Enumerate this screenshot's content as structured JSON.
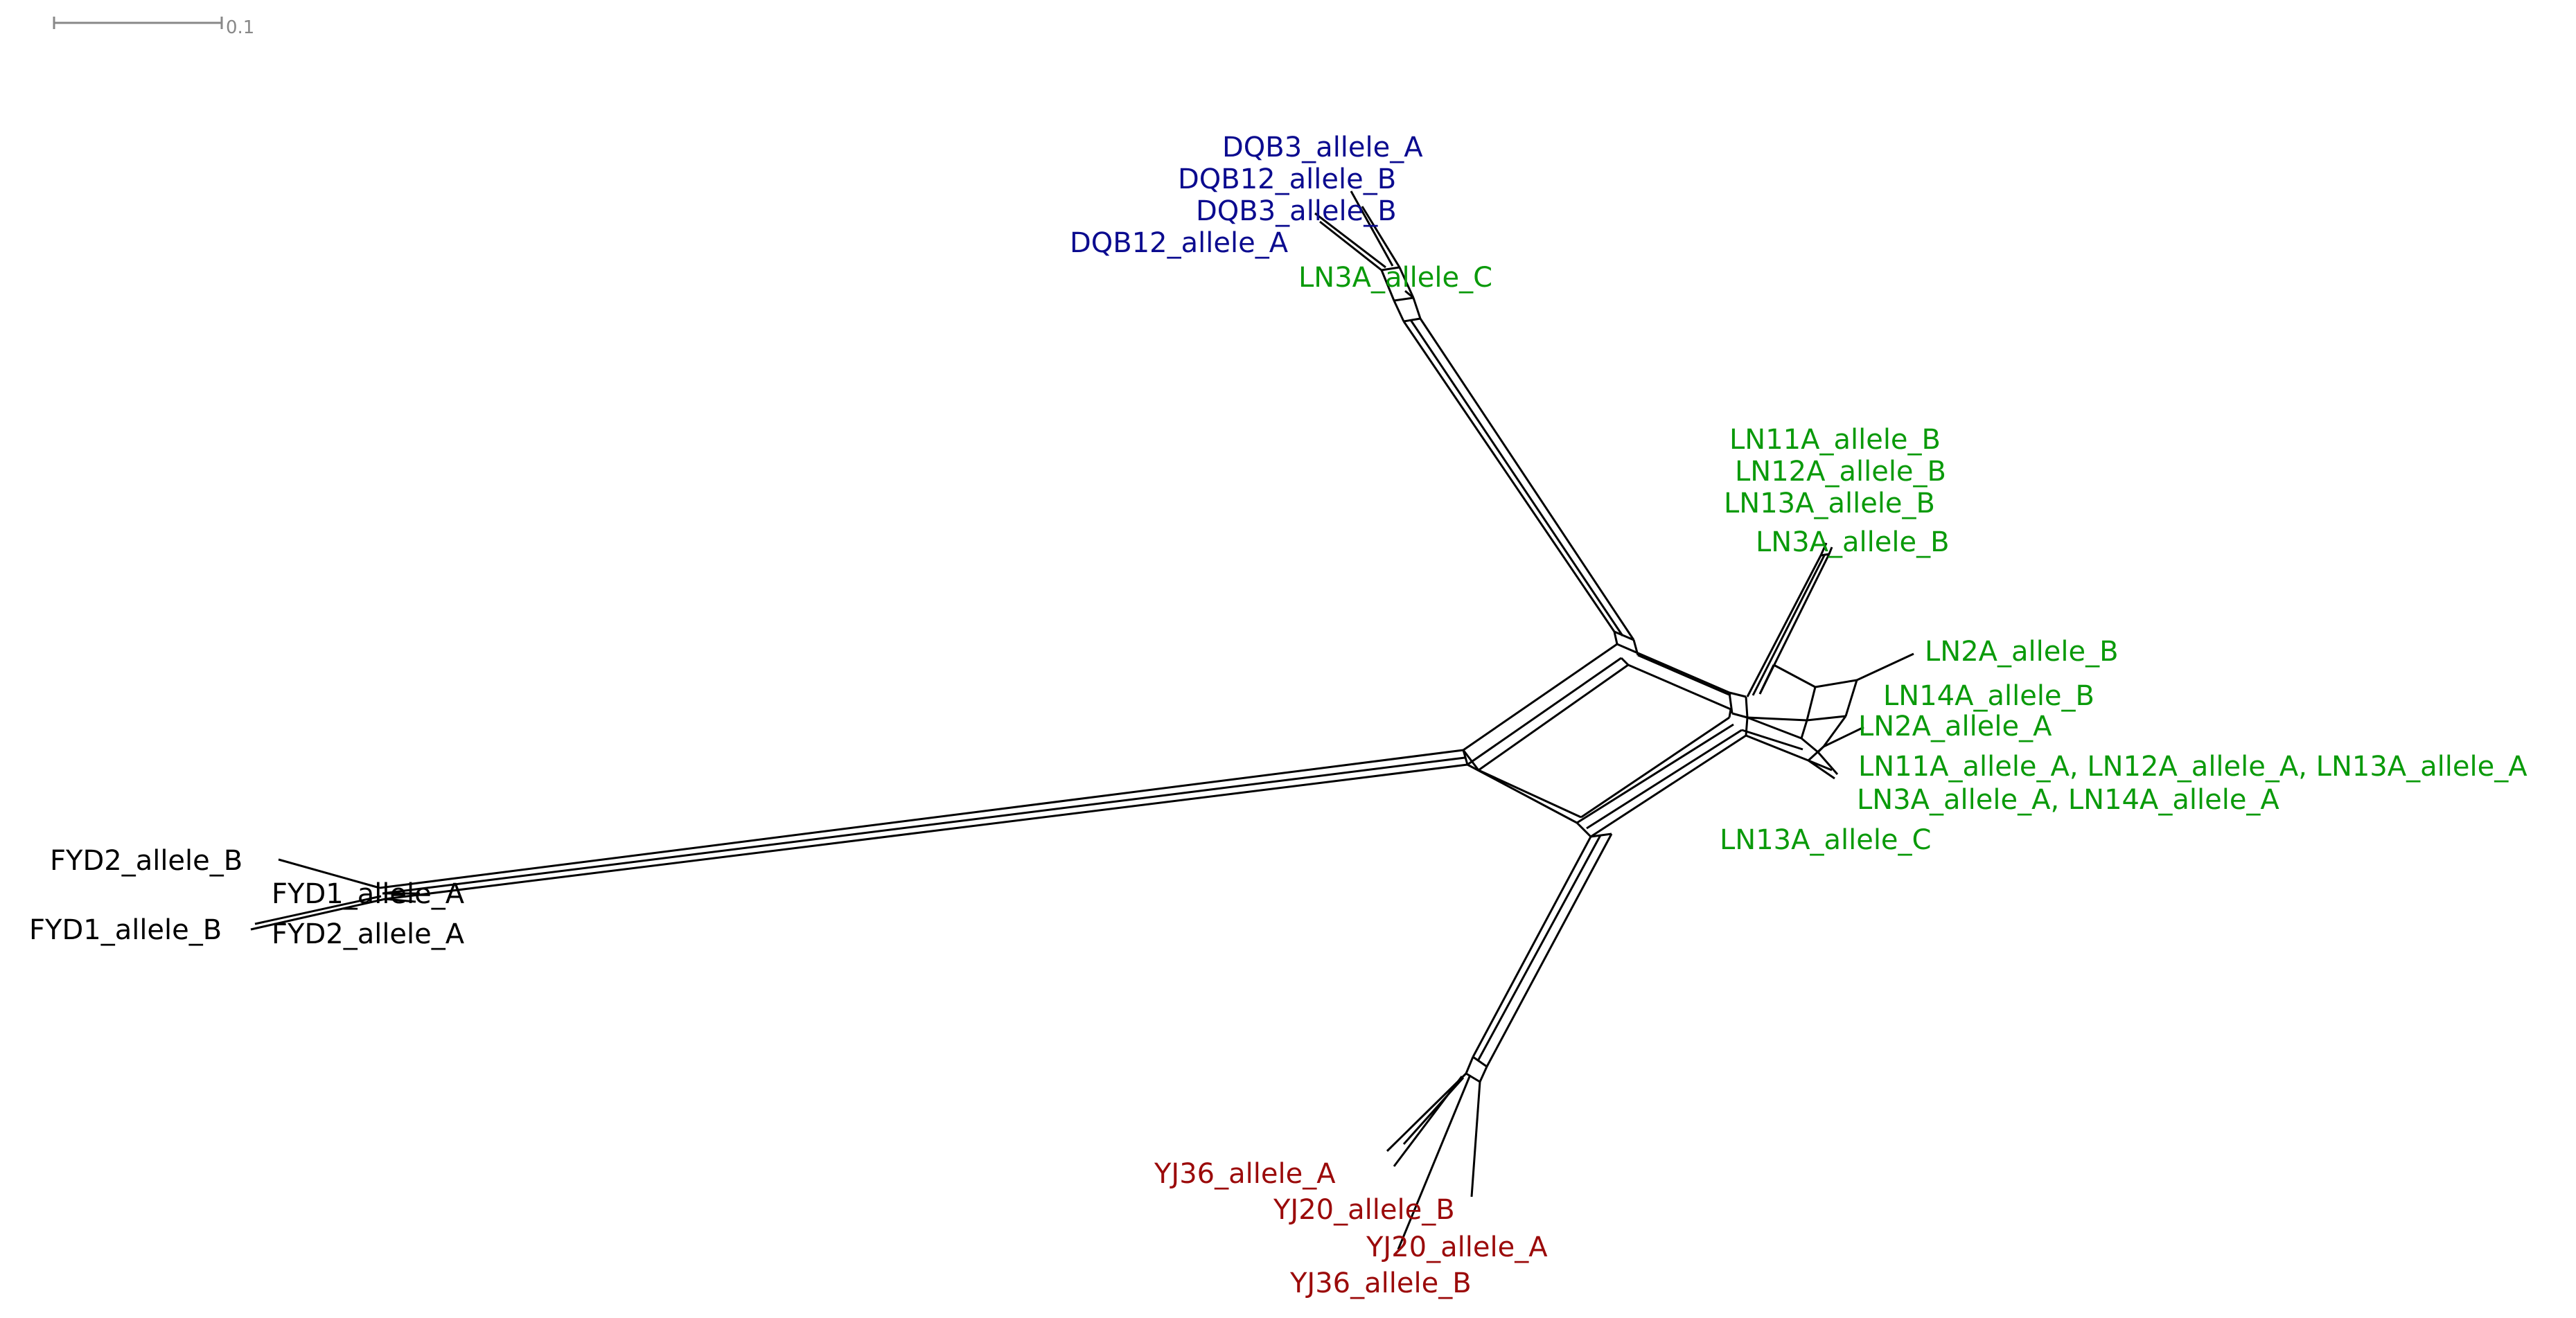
{
  "scale_bar": {
    "label": "0.1"
  },
  "groups": {
    "dqb": {
      "color": "#0b0b8f"
    },
    "ln": {
      "color": "#0a9a0a"
    },
    "fyd": {
      "color": "#000000"
    },
    "yj": {
      "color": "#9b0a0a"
    }
  },
  "taxa": {
    "dqb3_allele_a": "DQB3_allele_A",
    "dqb12_allele_b": "DQB12_allele_B",
    "dqb3_allele_b": "DQB3_allele_B",
    "dqb12_allele_a": "DQB12_allele_A",
    "ln3a_allele_c": "LN3A_allele_C",
    "ln11a_allele_b": "LN11A_allele_B",
    "ln12a_allele_b": "LN12A_allele_B",
    "ln13a_allele_b": "LN13A_allele_B",
    "ln3a_allele_b": "LN3A_allele_B",
    "ln2a_allele_b": "LN2A_allele_B",
    "ln14a_allele_b": "LN14A_allele_B",
    "ln2a_allele_a": "LN2A_allele_A",
    "ln11a_12a_13a_allele_a": "LN11A_allele_A, LN12A_allele_A, LN13A_allele_A",
    "ln3a_14a_allele_a": "LN3A_allele_A, LN14A_allele_A",
    "ln13a_allele_c": "LN13A_allele_C",
    "fyd2_allele_b": "FYD2_allele_B",
    "fyd1_allele_a": "FYD1_allele_A",
    "fyd1_allele_b": "FYD1_allele_B",
    "fyd2_allele_a": "FYD2_allele_A",
    "yj36_allele_a": "YJ36_allele_A",
    "yj20_allele_b": "YJ20_allele_B",
    "yj20_allele_a": "YJ20_allele_A",
    "yj36_allele_b": "YJ36_allele_B"
  }
}
